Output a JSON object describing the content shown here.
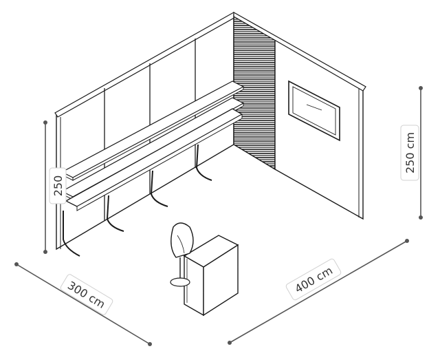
{
  "dimensions": {
    "width_label": "300 cm",
    "depth_label": "400 cm",
    "height_right_label": "250 cm",
    "height_left_label": "250"
  },
  "colors": {
    "line": "#1a1a1a",
    "dimension_line": "#555555",
    "label_border": "#d0d0d0"
  }
}
